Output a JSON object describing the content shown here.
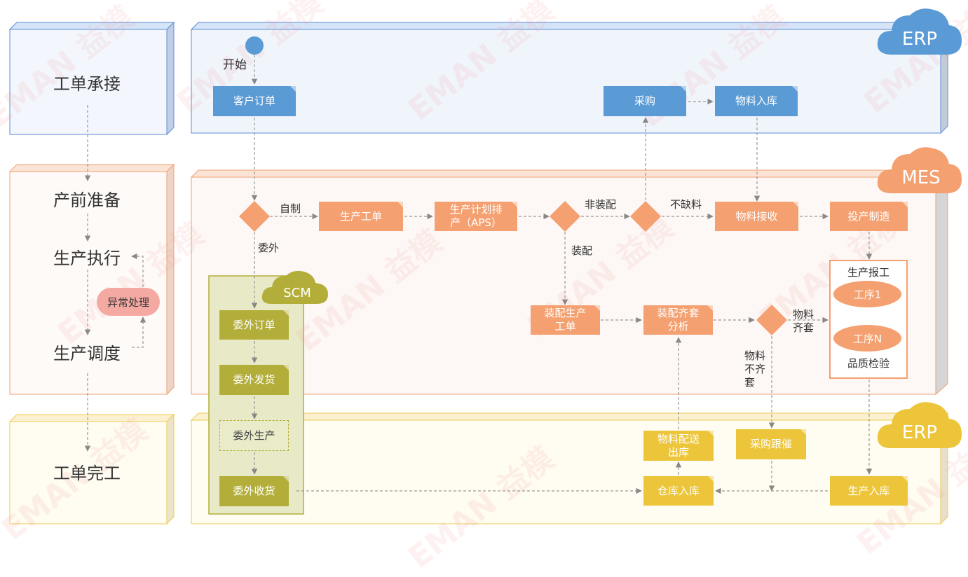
{
  "stages": {
    "accept": "工单承接",
    "prep": "产前准备",
    "exec": "生产执行",
    "schedule": "生产调度",
    "complete": "工单完工",
    "exception": "异常处理"
  },
  "clouds": {
    "erp_top": "ERP",
    "mes": "MES",
    "scm": "SCM",
    "erp_bottom": "ERP"
  },
  "erp_top": {
    "start": "开始",
    "customer_order": "客户订单",
    "purchase": "采购",
    "material_in": "物料入库"
  },
  "mes": {
    "self_made": "自制",
    "outsource": "委外",
    "production_order": "生产工单",
    "aps_line1": "生产计划排",
    "aps_line2": "产（APS）",
    "non_assembly": "非装配",
    "assembly": "装配",
    "no_shortage": "不缺料",
    "material_receive": "物料接收",
    "start_manufacturing": "投产制造",
    "assembly_order_line1": "装配生产",
    "assembly_order_line2": "工单",
    "kit_analysis_line1": "装配齐套",
    "kit_analysis_line2": "分析",
    "material_complete_line1": "物料",
    "material_complete_line2": "齐套",
    "material_incomplete_line1": "物料",
    "material_incomplete_line2": "不齐",
    "material_incomplete_line3": "套",
    "production_report": "生产报工",
    "process1": "工序1",
    "processN": "工序N",
    "quality_check": "品质检验"
  },
  "scm": {
    "outsource_order": "委外订单",
    "outsource_ship": "委外发货",
    "outsource_produce": "委外生产",
    "outsource_receive": "委外收货"
  },
  "erp_bottom": {
    "material_dispatch_line1": "物料配送",
    "material_dispatch_line2": "出库",
    "purchase_follow": "采购跟催",
    "warehouse_in": "仓库入库",
    "production_in": "生产入库"
  },
  "watermark": "EMAN 益模",
  "colors": {
    "erp_blue": "#5b9bd5",
    "mes_orange": "#f4a070",
    "scm_olive": "#b3ae3a",
    "erp_yellow": "#ecc53a",
    "exception_pink": "#f4a9a3"
  }
}
